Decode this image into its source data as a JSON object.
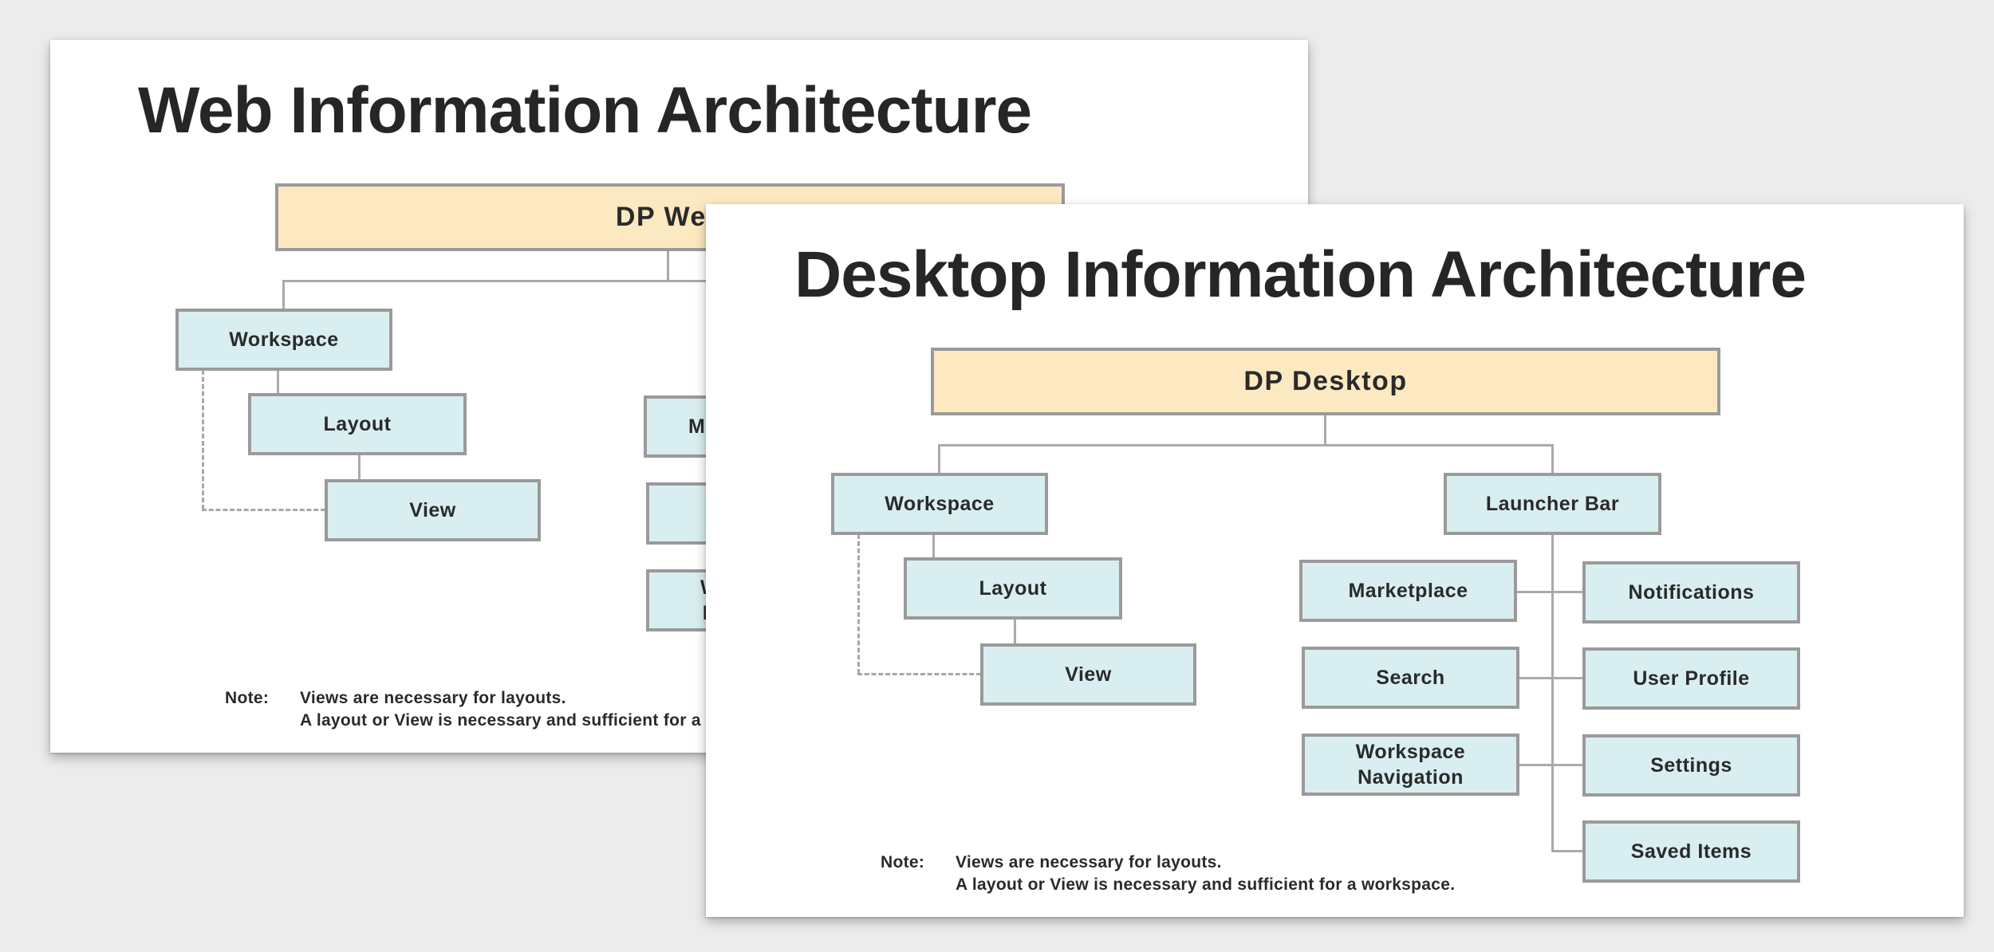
{
  "web": {
    "title": "Web Information Architecture",
    "root": "DP Web",
    "nodes": {
      "workspace": "Workspace",
      "layout": "Layout",
      "view": "View",
      "partial_1": "M",
      "partial_2": "",
      "partial_3": "W\nN"
    },
    "note": {
      "label": "Note:",
      "line1": "Views are necessary for layouts.",
      "line2": "A layout or View is necessary and sufficient for a workspace."
    }
  },
  "desktop": {
    "title": "Desktop Information Architecture",
    "root": "DP Desktop",
    "nodes": {
      "workspace": "Workspace",
      "layout": "Layout",
      "view": "View",
      "launcher_bar": "Launcher Bar",
      "marketplace": "Marketplace",
      "search": "Search",
      "workspace_navigation": "Workspace\nNavigation",
      "notifications": "Notifications",
      "user_profile": "User Profile",
      "settings": "Settings",
      "saved_items": "Saved Items"
    },
    "note": {
      "label": "Note:",
      "line1": "Views are necessary for layouts.",
      "line2": "A layout or View is necessary and sufficient for a workspace."
    }
  },
  "colors": {
    "background": "#ececec",
    "slide": "#ffffff",
    "root_box_fill": "#fde9c1",
    "node_box_fill": "#d9eef0",
    "box_border": "#9a9a9a",
    "connector": "#aaaaaa",
    "title_text": "#262626"
  }
}
